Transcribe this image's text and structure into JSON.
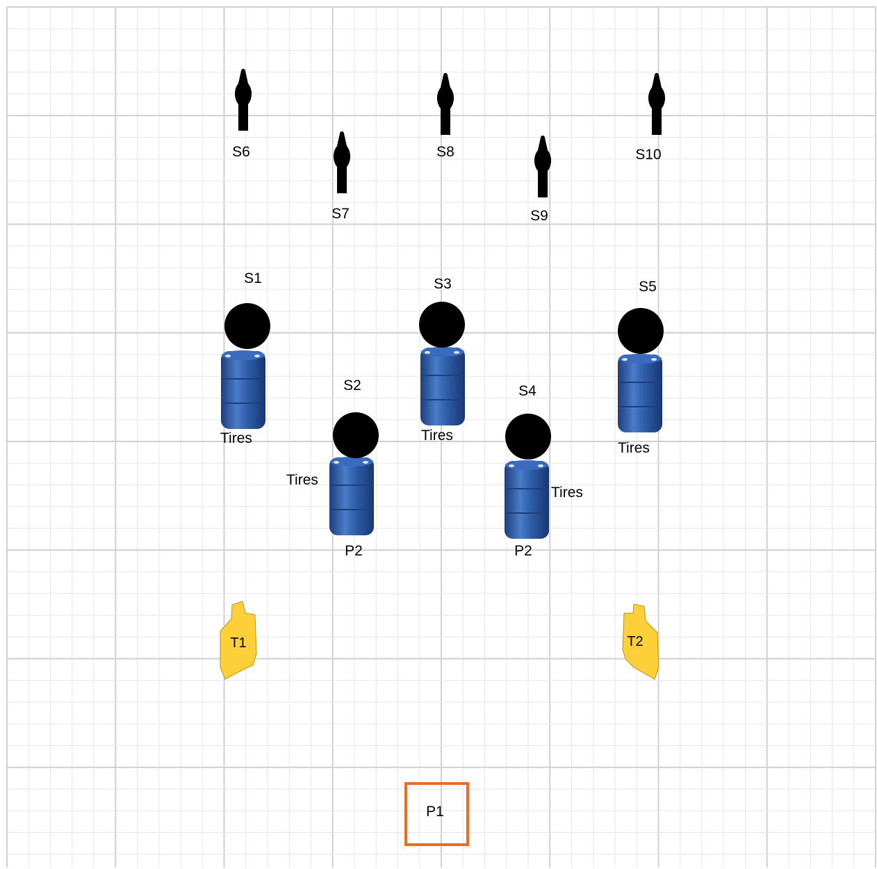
{
  "colors": {
    "grid_minor": "#e6e6e6",
    "grid_major": "#d0d0d0",
    "steel": "#000000",
    "barrel": "#2e5da8",
    "barrel_dark": "#1e3f7c",
    "barrel_light": "#4a7cc9",
    "target": "#fdd03a",
    "target_outline": "#b8941a",
    "p1_box": "#f26b1d"
  },
  "icons": {
    "popper": "popper-steel-icon",
    "plate": "plate-steel-icon",
    "barrel": "barrel-icon",
    "paper_target": "paper-target-icon"
  },
  "steel": {
    "s1": "S1",
    "s2": "S2",
    "s3": "S3",
    "s4": "S4",
    "s5": "S5",
    "s6": "S6",
    "s7": "S7",
    "s8": "S8",
    "s9": "S9",
    "s10": "S10"
  },
  "barrels": {
    "b1": "Tires",
    "b2": "Tires",
    "b3": "Tires",
    "b4": "Tires",
    "b5": "Tires"
  },
  "positions": {
    "p2_left": "P2",
    "p2_right": "P2",
    "p1": "P1"
  },
  "targets": {
    "t1": "T1",
    "t2": "T2"
  }
}
